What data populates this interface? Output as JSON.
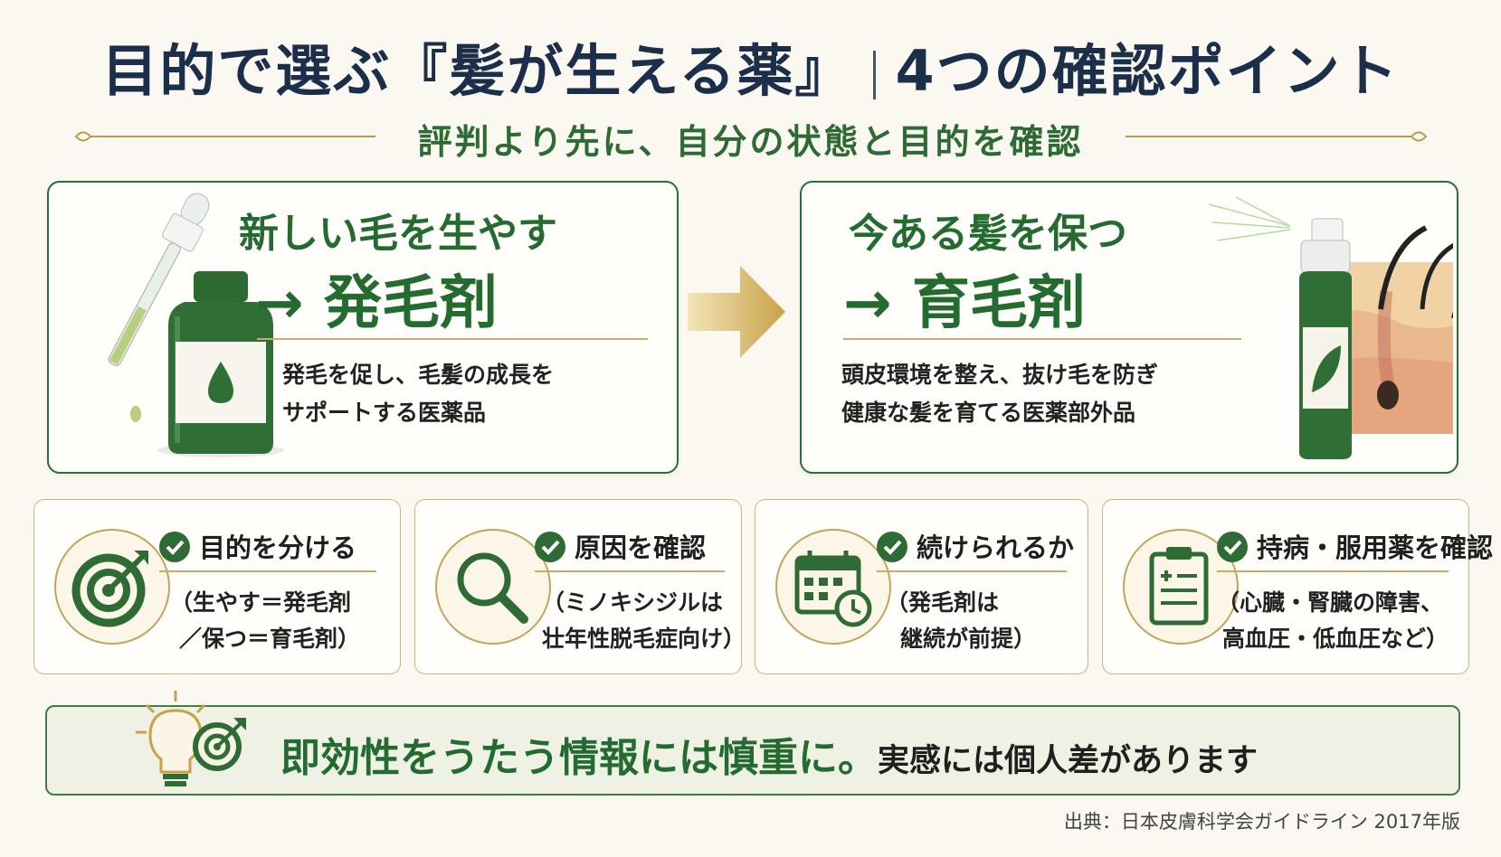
{
  "title_left": "目的で選ぶ『髪が生える薬』",
  "title_right": "4つの確認ポイント",
  "subtitle": "評判より先に、自分の状態と目的を確認",
  "cards": [
    {
      "heading": "新しい毛を生やす",
      "result": "→ 発毛剤",
      "desc_line1": "発毛を促し、毛髪の成長を",
      "desc_line2": "サポートする医薬品"
    },
    {
      "heading": "今ある髪を保つ",
      "result": "→ 育毛剤",
      "desc_line1": "頭皮環境を整え、抜け毛を防ぎ",
      "desc_line2": "健康な髪を育てる医薬部外品"
    }
  ],
  "points": [
    {
      "icon": "target-icon",
      "title": "目的を分ける",
      "line1": "（生やす＝発毛剤",
      "line2": "／保つ＝育毛剤）"
    },
    {
      "icon": "magnifier-icon",
      "title": "原因を確認",
      "line1": "（ミノキシジルは",
      "line2": "壮年性脱毛症向け）"
    },
    {
      "icon": "calendar-clock-icon",
      "title": "続けられるか",
      "line1": "（発毛剤は",
      "line2": "継続が前提）"
    },
    {
      "icon": "clipboard-icon",
      "title": "持病・服用薬を確認",
      "line1": "（心臓・腎臓の障害、",
      "line2": "高血圧・低血圧など）"
    }
  ],
  "bottom_main": "即効性をうたう情報には慎重に。",
  "bottom_sub": "実感には個人差があります",
  "source": "出典：日本皮膚科学会ガイドライン 2017年版",
  "colors": {
    "navy": "#1b2e4a",
    "green": "#2f6b35",
    "gold": "#c4a35a",
    "background": "#faf8f0"
  }
}
